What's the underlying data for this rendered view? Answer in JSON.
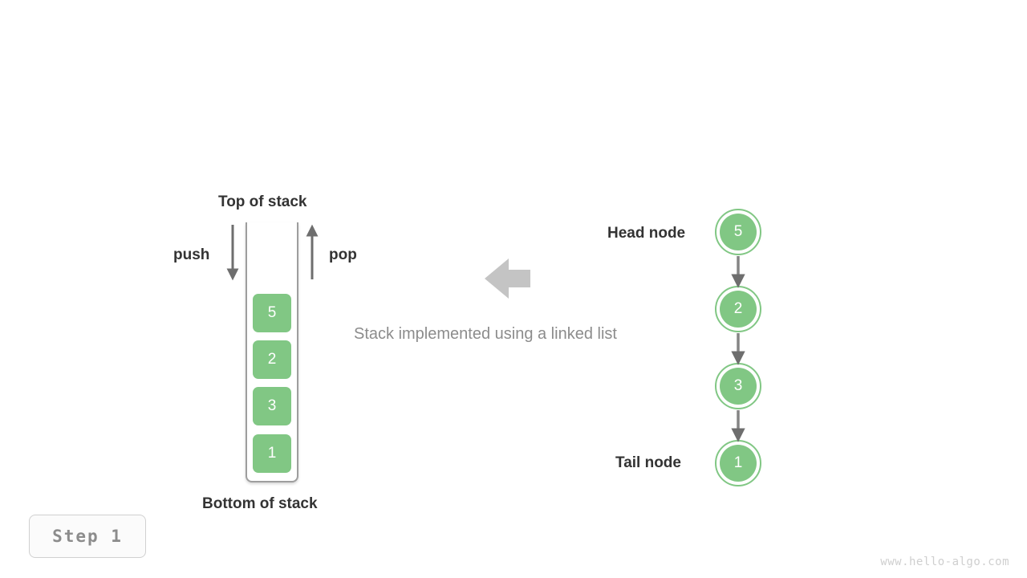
{
  "figure": {
    "caption": "Stack implemented using a linked list",
    "step_badge": "Step 1",
    "watermark": "www.hello-algo.com"
  },
  "stack": {
    "top_label": "Top of stack",
    "bottom_label": "Bottom of stack",
    "push_label": "push",
    "pop_label": "pop",
    "cells": [
      {
        "value": "5"
      },
      {
        "value": "2"
      },
      {
        "value": "3"
      },
      {
        "value": "1"
      }
    ]
  },
  "linked_list": {
    "head_label": "Head node",
    "tail_label": "Tail node",
    "nodes": [
      {
        "value": "5"
      },
      {
        "value": "2"
      },
      {
        "value": "3"
      },
      {
        "value": "1"
      }
    ]
  },
  "colors": {
    "node_green": "#81c784",
    "arrow_gray": "#6e6e6e",
    "big_arrow_gray": "#c4c4c4",
    "text_dark": "#333333",
    "text_muted": "#8c8c8c"
  }
}
